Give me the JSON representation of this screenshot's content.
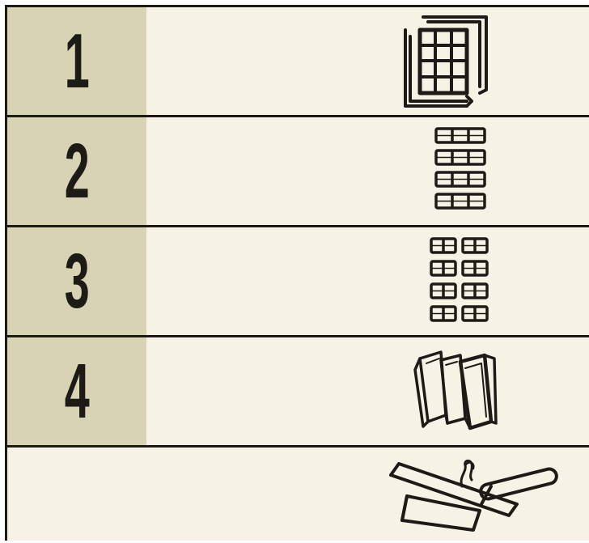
{
  "steps": [
    {
      "number": "1",
      "icon": "stacked-grid-trays-icon"
    },
    {
      "number": "2",
      "icon": "compact-tray-grid-icon"
    },
    {
      "number": "3",
      "icon": "split-tray-grid-icon"
    },
    {
      "number": "4",
      "icon": "folded-panels-icon"
    }
  ],
  "final_step": {
    "icon": "flat-panel-with-roller-icon"
  },
  "colors": {
    "number_cell": "#d8d3b5",
    "background": "#f6f3e6",
    "ink": "#1e1b17"
  }
}
